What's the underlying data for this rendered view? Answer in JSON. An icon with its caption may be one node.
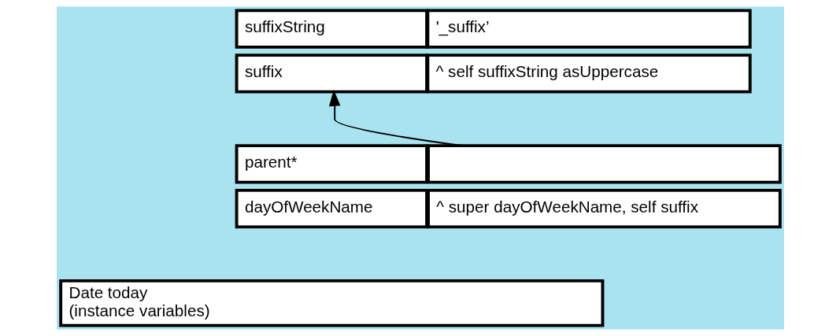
{
  "diagram": {
    "nodes": [
      {
        "text": [
          "suffixString"
        ]
      },
      {
        "text": [
          "'_suffix’"
        ]
      },
      {
        "text": [
          "suffix"
        ]
      },
      {
        "text": [
          "^ self suffixString asUppercase"
        ]
      },
      {
        "text": [
          "parent*"
        ]
      },
      {
        "text": [],
        "shape": "box"
      },
      {
        "text": [
          "dayOfWeekName"
        ]
      },
      {
        "text": [
          "^ super dayOfWeekName, self suffix"
        ]
      },
      {
        "text": [
          "Date today",
          "(instance variables)"
        ]
      }
    ],
    "edges": [
      {
        "from": 5,
        "to": 2,
        "arrow": "to"
      }
    ]
  }
}
